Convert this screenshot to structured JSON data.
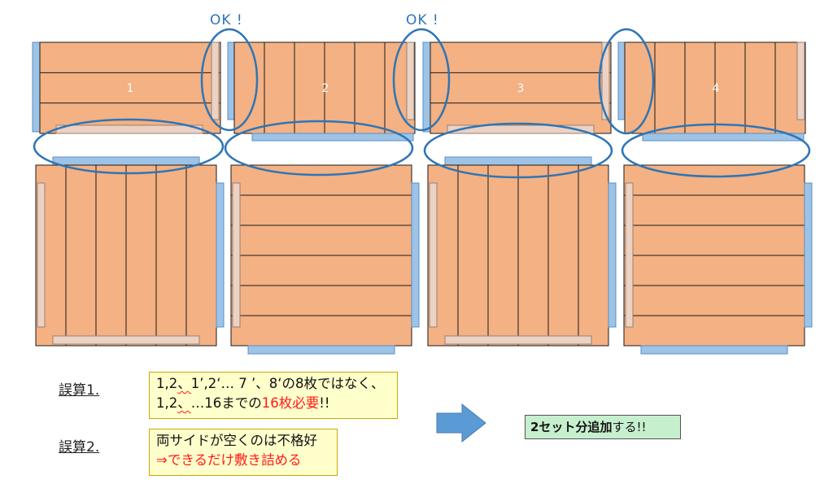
{
  "ok_marks": [
    "OK !",
    "OK !"
  ],
  "panel_numbers": [
    "1",
    "2",
    "3",
    "4"
  ],
  "notes": [
    {
      "label": "誤算1.",
      "lines": [
        [
          {
            "text": "1,2",
            "style": "plain"
          },
          {
            "text": "、",
            "style": "wavy"
          },
          {
            "text": "1’,2‘… 7 ’、8‘の8枚ではなく、",
            "style": "plain"
          }
        ],
        [
          {
            "text": "1,2",
            "style": "plain"
          },
          {
            "text": "、",
            "style": "wavy"
          },
          {
            "text": "…16までの",
            "style": "plain"
          },
          {
            "text": "16枚必要",
            "style": "red"
          },
          {
            "text": "!!",
            "style": "plain"
          }
        ]
      ]
    },
    {
      "label": "誤算2.",
      "lines": [
        [
          {
            "text": "両サイドが空くのは不格好",
            "style": "plain"
          }
        ],
        [
          {
            "text": "⇒できるだけ敷き詰める",
            "style": "red"
          }
        ]
      ]
    }
  ],
  "result": {
    "bold": "2セット分追加",
    "rest": "する!!"
  },
  "colors": {
    "panel_fill": "#f4b183",
    "panel_line": "#1a1a1a",
    "blue_strip": "#9dc3e6",
    "blue_strip_border": "#5b8fc7",
    "pale_strip": "#ebd2c4",
    "ellipse": "#2e75b6",
    "arrow": "#5b9bd5",
    "note_bg": "#ffffcc",
    "result_bg": "#c6efce"
  }
}
